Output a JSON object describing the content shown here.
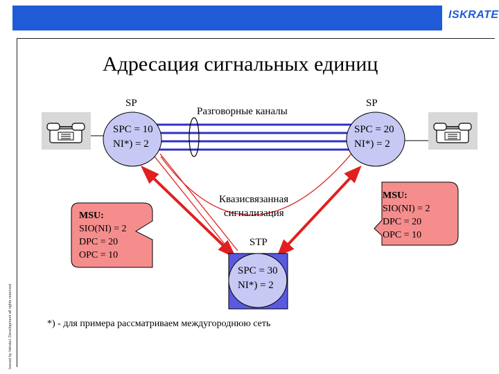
{
  "header": {
    "logo": "ISKRATEL"
  },
  "side_text": "Issued by Iskratel. Development all rights reserved",
  "title": "Адресация сигнальных единиц",
  "nodes": {
    "left": {
      "role": "SP",
      "spc": "SPC = 10",
      "ni": "NI*) = 2"
    },
    "right": {
      "role": "SP",
      "spc": "SPC = 20",
      "ni": "NI*) = 2"
    },
    "stp": {
      "role": "STP",
      "spc": "SPC = 30",
      "ni": "NI*) = 2"
    }
  },
  "labels": {
    "voice_channels": "Разговорные каналы",
    "quasi_line1": "Квазисвязанная",
    "quasi_line2": "сигнализация"
  },
  "msu_left": {
    "title": "MSU:",
    "sio": "SIO(NI) = 2",
    "dpc": "DPC = 20",
    "opc": "OPC = 10"
  },
  "msu_right": {
    "title": "MSU:",
    "sio": "SIO(NI) = 2",
    "dpc": "DPC = 20",
    "opc": "OPC = 10"
  },
  "footnote": "*) - для примера рассматриваем междугороднюю сеть",
  "colors": {
    "header_blue": "#1f5bd6",
    "node_fill": "#c8c8f4",
    "stp_square": "#5a5ae0",
    "trunk_blue": "#3030c8",
    "signal_red": "#e02020",
    "msu_fill": "#f58d8d"
  }
}
